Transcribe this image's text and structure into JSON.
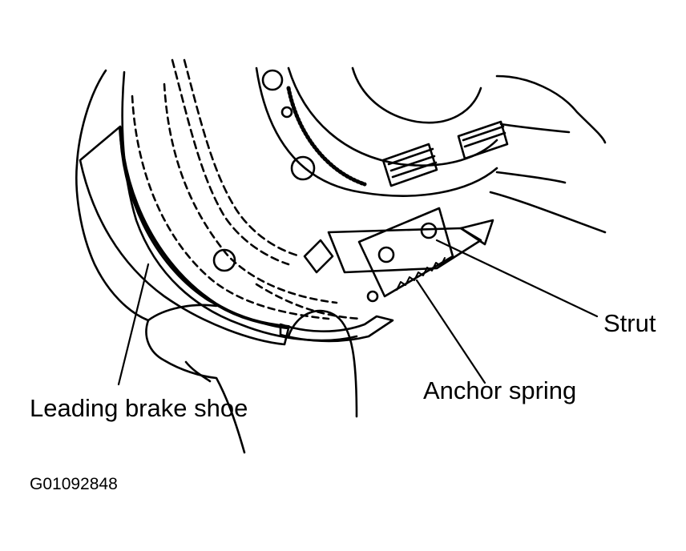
{
  "labels": {
    "strut": "Strut",
    "anchor_spring": "Anchor spring",
    "leading_brake_shoe": "Leading brake shoe"
  },
  "figure_code": "G01092848",
  "colors": {
    "line": "#000000",
    "background": "#ffffff"
  }
}
